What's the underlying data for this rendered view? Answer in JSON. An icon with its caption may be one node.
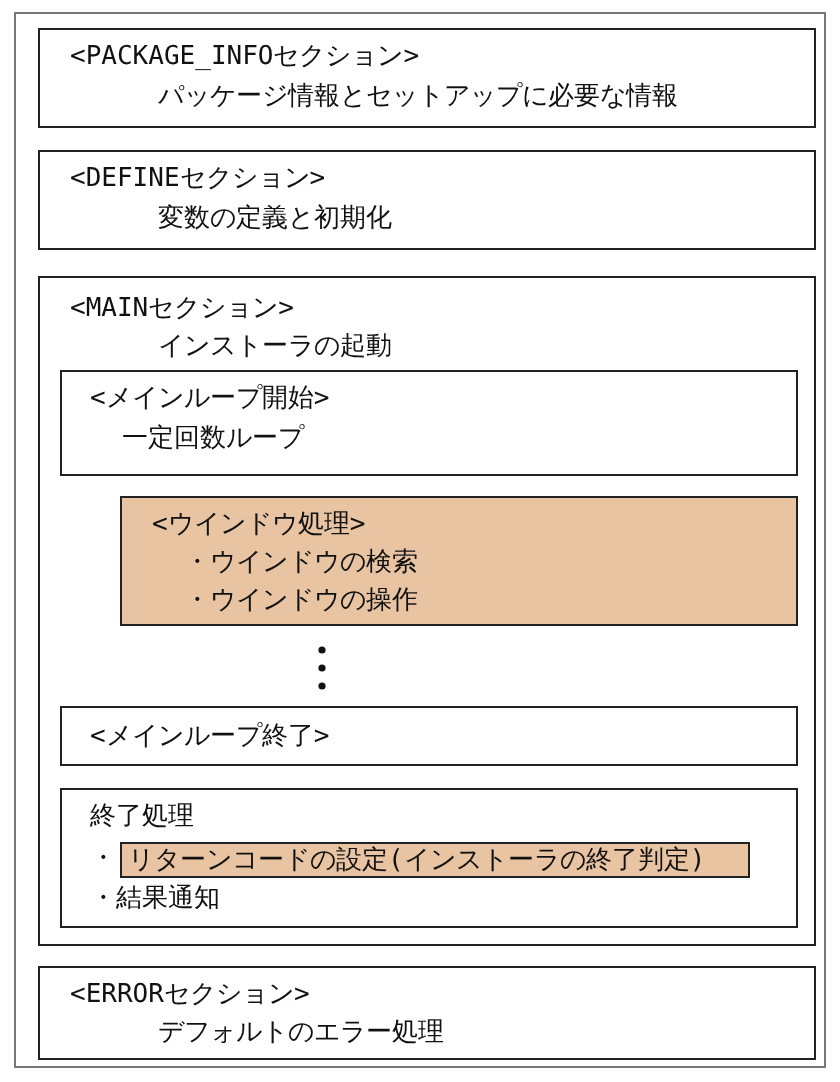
{
  "diagram": {
    "nodes": [
      {
        "text": [],
        "shape": "box"
      },
      {
        "text": [
          "<PACKAGE_INFOセクション>",
          "パッケージ情報とセットアップに必要な情報"
        ],
        "in": 0
      },
      {
        "text": [
          "<DEFINEセクション>",
          "変数の定義と初期化"
        ],
        "in": 0
      },
      {
        "text": [
          "<MAINセクション>",
          "インストーラの起動"
        ],
        "in": 0
      },
      {
        "text": [
          "<メインループ開始>",
          "一定回数ループ"
        ],
        "in": 3
      },
      {
        "text": [
          "<ウインドウ処理>",
          "・ウインドウの検索",
          "・ウインドウの操作"
        ],
        "in": 3
      },
      {
        "text": [
          "<メインループ終了>"
        ],
        "in": 3
      },
      {
        "text": [
          "終了処理",
          "・",
          "・結果通知"
        ],
        "in": 3
      },
      {
        "text": [
          "リターンコードの設定(インストーラの終了判定)"
        ],
        "in": 7
      },
      {
        "text": [
          "<ERRORセクション>",
          "デフォルトのエラー処理"
        ],
        "in": 0
      }
    ]
  }
}
